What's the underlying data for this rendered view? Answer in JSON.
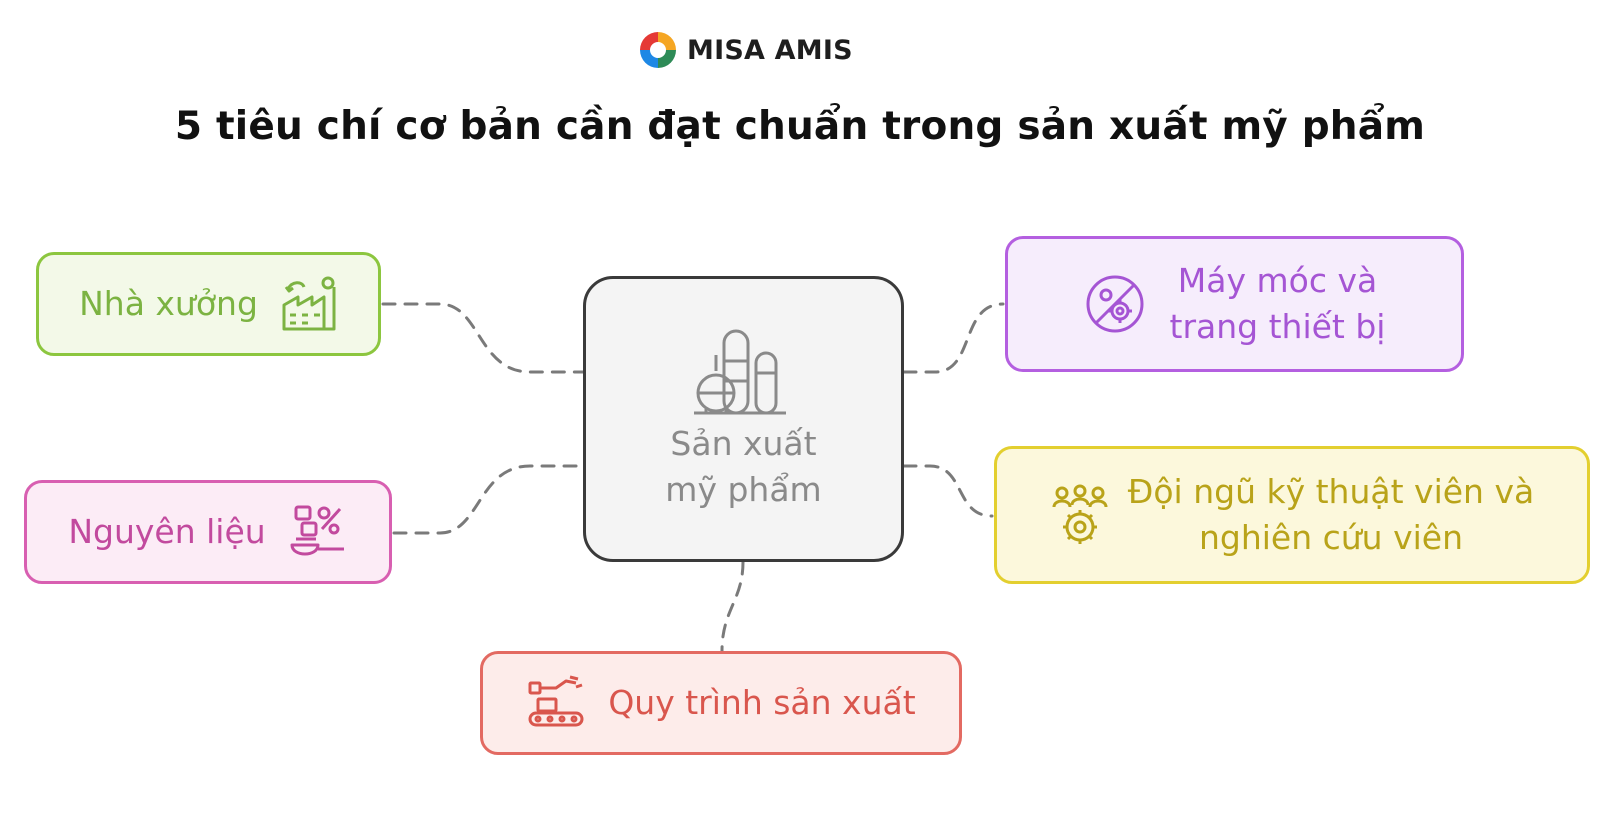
{
  "brand": {
    "name": "MISA AMIS"
  },
  "title": "5 tiêu chí cơ bản cần đạt chuẩn trong sản xuất mỹ phẩm",
  "center": {
    "line1": "Sản xuất",
    "line2": "mỹ phẩm",
    "icon": "factory-tanks-icon"
  },
  "nodes": {
    "nha_xuong": {
      "label": "Nhà xưởng",
      "icon": "factory-icon",
      "color": "#8cc63f"
    },
    "nguyen_lieu": {
      "label": "Nguyên liệu",
      "icon": "ingredients-icon",
      "color": "#d85fb1"
    },
    "may_moc": {
      "line1": "Máy móc và",
      "line2": "trang thiết bị",
      "icon": "machine-gears-icon",
      "color": "#b45fe0"
    },
    "doi_ngu": {
      "line1": "Đội ngũ kỹ thuật viên và",
      "line2": "nghiên cứu viên",
      "icon": "team-gear-icon",
      "color": "#e3cf2f"
    },
    "quy_trinh": {
      "label": "Quy trình sản xuất",
      "icon": "conveyor-robot-icon",
      "color": "#e36a62"
    }
  }
}
